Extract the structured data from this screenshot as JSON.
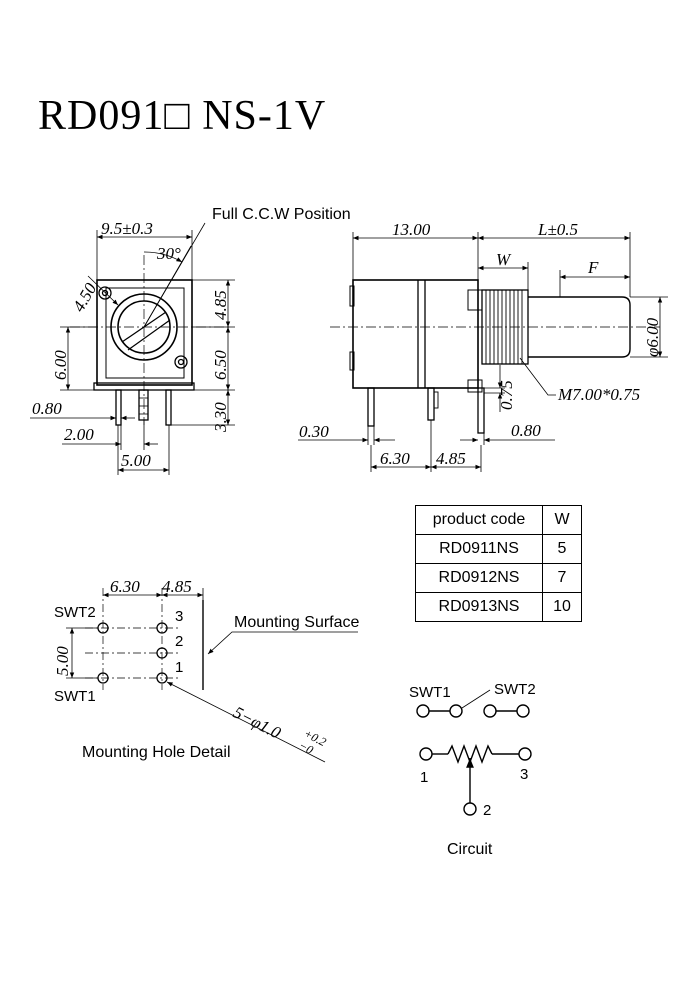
{
  "title": "RD091□ NS-1V",
  "front_view": {
    "ccw_label": "Full C.C.W Position",
    "dims": {
      "width": "9.5±0.3",
      "angle": "30°",
      "knob": "4.50",
      "h_top": "4.85",
      "h_left": "6.00",
      "h_mid": "6.50",
      "pin_len": "3.30",
      "pin_w": "0.80",
      "pin_pitch": "2.00",
      "pin_span": "5.00"
    }
  },
  "side_view": {
    "dims": {
      "body": "13.00",
      "shaft_len": "L±0.5",
      "w": "W",
      "f": "F",
      "dia": "φ6.00",
      "thread": "M7.00*0.75",
      "t075": "0.75",
      "t030": "0.30",
      "t080": "0.80",
      "b630": "6.30",
      "b485": "4.85"
    }
  },
  "product_table": {
    "headers": [
      "product code",
      "W"
    ],
    "rows": [
      {
        "code": "RD0911NS",
        "w": "5"
      },
      {
        "code": "RD0912NS",
        "w": "7"
      },
      {
        "code": "RD0913NS",
        "w": "10"
      }
    ]
  },
  "mounting": {
    "dim_a": "6.30",
    "dim_b": "4.85",
    "dim_v": "5.00",
    "swt2": "SWT2",
    "swt1": "SWT1",
    "pin3": "3",
    "pin2": "2",
    "pin1": "1",
    "surface_label": "Mounting Surface",
    "hole_spec": "5−φ1.0",
    "tol_plus": "+0.2",
    "tol_minus": "−0",
    "caption": "Mounting Hole Detail"
  },
  "circuit": {
    "swt1": "SWT1",
    "swt2": "SWT2",
    "pin1": "1",
    "pin2": "2",
    "pin3": "3",
    "caption": "Circuit"
  }
}
